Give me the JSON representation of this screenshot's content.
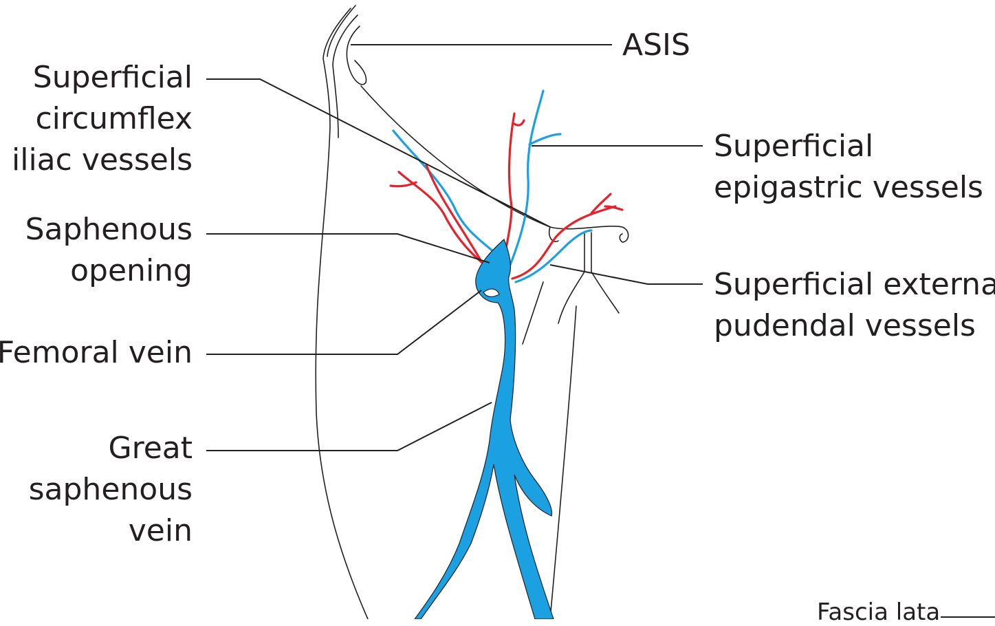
{
  "labels": {
    "asis": "ASIS",
    "superficial_circumflex": [
      "Superficial",
      "circumflex",
      "iliac vessels"
    ],
    "saphenous_opening": [
      "Saphenous",
      "opening"
    ],
    "femoral_vein": "Femoral vein",
    "great_saphenous": [
      "Great",
      "saphenous",
      "vein"
    ],
    "superficial_epigastric": [
      "Superficial",
      "epigastric vessels"
    ],
    "superficial_external_pudendal": [
      "Superficial external",
      "pudendal vessels"
    ],
    "fascia_lata": "Fascia lata"
  },
  "colors": {
    "artery": "#e8202a",
    "vein": "#1ba1e2",
    "line": "#231f20"
  }
}
